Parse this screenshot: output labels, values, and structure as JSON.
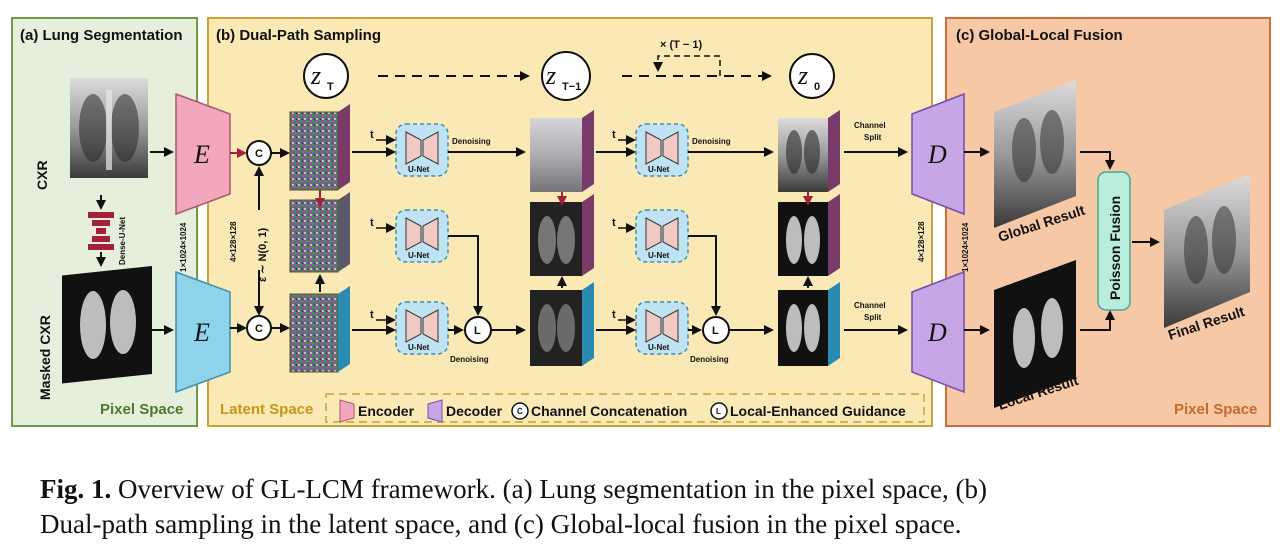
{
  "panels": {
    "a": {
      "title": "(a) Lung Segmentation",
      "space": "Pixel Space"
    },
    "b": {
      "title": "(b) Dual-Path Sampling",
      "space": "Latent Space"
    },
    "c": {
      "title": "(c) Global-Local Fusion",
      "space": "Pixel Space"
    }
  },
  "labels": {
    "cxr": "CXR",
    "masked_cxr": "Masked CXR",
    "dense_unet": "Dense-U-Net",
    "encoder_symbol": "E",
    "decoder_symbol": "D",
    "concat_symbol": "C",
    "local_symbol": "L",
    "unet": "U-Net",
    "t": "t",
    "denoising": "Denoising",
    "channel_split": "Channel Split",
    "dim_pixel": "1×1024×1024",
    "dim_latent": "4×128×128",
    "noise": "ε ∼ N(0, 1)",
    "z_T": "z",
    "z_T_sub": "T",
    "z_T1": "z",
    "z_T1_sub": "T−1",
    "z_0": "z",
    "z_0_sub": "0",
    "repeat": "× (T − 1)",
    "global_result": "Global Result",
    "local_result": "Local Result",
    "poisson_fusion": "Poisson Fusion",
    "final_result": "Final Result"
  },
  "legend": {
    "encoder": "Encoder",
    "decoder": "Decoder",
    "concat": "Channel Concatenation",
    "guidance": "Local-Enhanced Guidance"
  },
  "caption": {
    "label": "Fig. 1.",
    "line1": " Overview of GL-LCM framework. (a) Lung segmentation in the pixel space, (b)",
    "line2": "Dual-path sampling in the latent space, and (c) Global-local fusion in the pixel space."
  },
  "colors": {
    "panel_a_bg": "#e6efdc",
    "panel_a_border": "#6e9a4a",
    "panel_b_bg": "#fbe9b5",
    "panel_b_border": "#c8a23a",
    "panel_c_bg": "#f7c8a6",
    "panel_c_border": "#c8703a",
    "encoder_pink": "#f2a7bd",
    "encoder_blue": "#8fd3ea",
    "decoder_purple": "#c7a6e6",
    "unet_box": "#bfe3f3",
    "unet_fill": "#f1c9c4",
    "poisson_box": "#b8ecdc",
    "space_a": "#4f7a2d",
    "space_b": "#c8961a",
    "space_c": "#c86a2a",
    "red_arrow": "#a3223a"
  }
}
